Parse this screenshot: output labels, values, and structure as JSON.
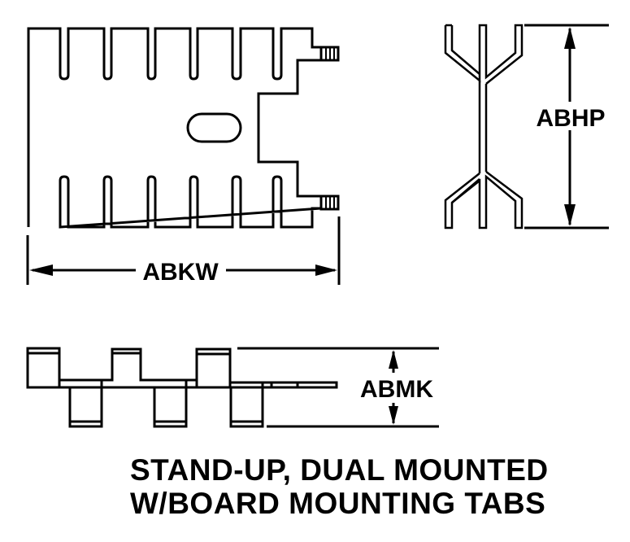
{
  "diagram": {
    "type": "heat sink mechanical drawing",
    "views": {
      "top_view": {
        "dimension_label": "ABKW",
        "dimension_meaning": "width"
      },
      "side_view": {
        "dimension_label": "ABHP",
        "dimension_meaning": "height"
      },
      "end_view": {
        "dimension_label": "ABMK",
        "dimension_meaning": "thickness"
      }
    },
    "colors": {
      "line": "#000000",
      "background": "#ffffff"
    },
    "caption": {
      "line1": "STAND-UP, DUAL MOUNTED",
      "line2": "W/BOARD MOUNTING TABS"
    }
  }
}
